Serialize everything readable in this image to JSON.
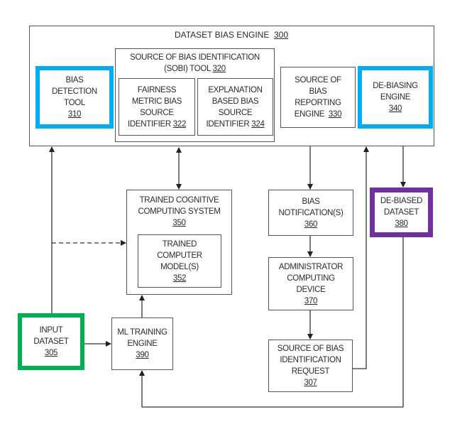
{
  "diagram": {
    "outer": {
      "title": "DATASET BIAS ENGINE",
      "ref": "300"
    },
    "nodes": {
      "bias_detection_tool": {
        "label": "BIAS\nDETECTION\nTOOL",
        "ref": "310",
        "highlight": "#00aeef"
      },
      "sobi_tool": {
        "label": "SOURCE OF BIAS IDENTIFICATION\n(SOBI) TOOL",
        "ref": "320"
      },
      "fairness_metric": {
        "label": "FAIRNESS\nMETRIC BIAS\nSOURCE\nIDENTIFIER",
        "ref": "322"
      },
      "explanation_based": {
        "label": "EXPLANATION\nBASED BIAS\nSOURCE\nIDENTIFIER",
        "ref": "324"
      },
      "reporting_engine": {
        "label": "SOURCE OF\nBIAS\nREPORTING\nENGINE",
        "ref": "330"
      },
      "debiasing_engine": {
        "label": "DE-BIASING\nENGINE",
        "ref": "340",
        "highlight": "#00aeef"
      },
      "cognitive_system": {
        "label": "TRAINED COGNITIVE\nCOMPUTING SYSTEM",
        "ref": "350"
      },
      "computer_models": {
        "label": "TRAINED\nCOMPUTER\nMODEL(S)",
        "ref": "352"
      },
      "bias_notifications": {
        "label": "BIAS\nNOTIFICATION(S)",
        "ref": "360"
      },
      "admin_device": {
        "label": "ADMINISTRATOR\nCOMPUTING\nDEVICE",
        "ref": "370"
      },
      "debiased_dataset": {
        "label": "DE-BIASED\nDATASET",
        "ref": "380",
        "highlight": "#7030a0"
      },
      "input_dataset": {
        "label": "INPUT\nDATASET",
        "ref": "305",
        "highlight": "#00b050"
      },
      "ml_training": {
        "label": "ML TRAINING\nENGINE",
        "ref": "390"
      },
      "sobi_request": {
        "label": "SOURCE OF BIAS\nIDENTIFICATION\nREQUEST",
        "ref": "307"
      }
    },
    "edges": [
      {
        "from": "input_dataset",
        "to": "outer",
        "style": "solid"
      },
      {
        "from": "input_dataset",
        "to": "cognitive_system",
        "style": "dashed"
      },
      {
        "from": "input_dataset",
        "to": "ml_training",
        "style": "solid"
      },
      {
        "from": "ml_training",
        "to": "cognitive_system",
        "style": "solid"
      },
      {
        "from": "sobi_tool",
        "to": "cognitive_system",
        "style": "bidirectional"
      },
      {
        "from": "outer",
        "to": "bias_notifications",
        "style": "solid"
      },
      {
        "from": "bias_notifications",
        "to": "admin_device",
        "style": "solid"
      },
      {
        "from": "admin_device",
        "to": "sobi_request",
        "style": "solid"
      },
      {
        "from": "sobi_request",
        "to": "outer",
        "style": "solid"
      },
      {
        "from": "outer",
        "to": "debiased_dataset",
        "style": "solid"
      },
      {
        "from": "debiased_dataset",
        "to": "ml_training",
        "style": "solid"
      }
    ]
  }
}
